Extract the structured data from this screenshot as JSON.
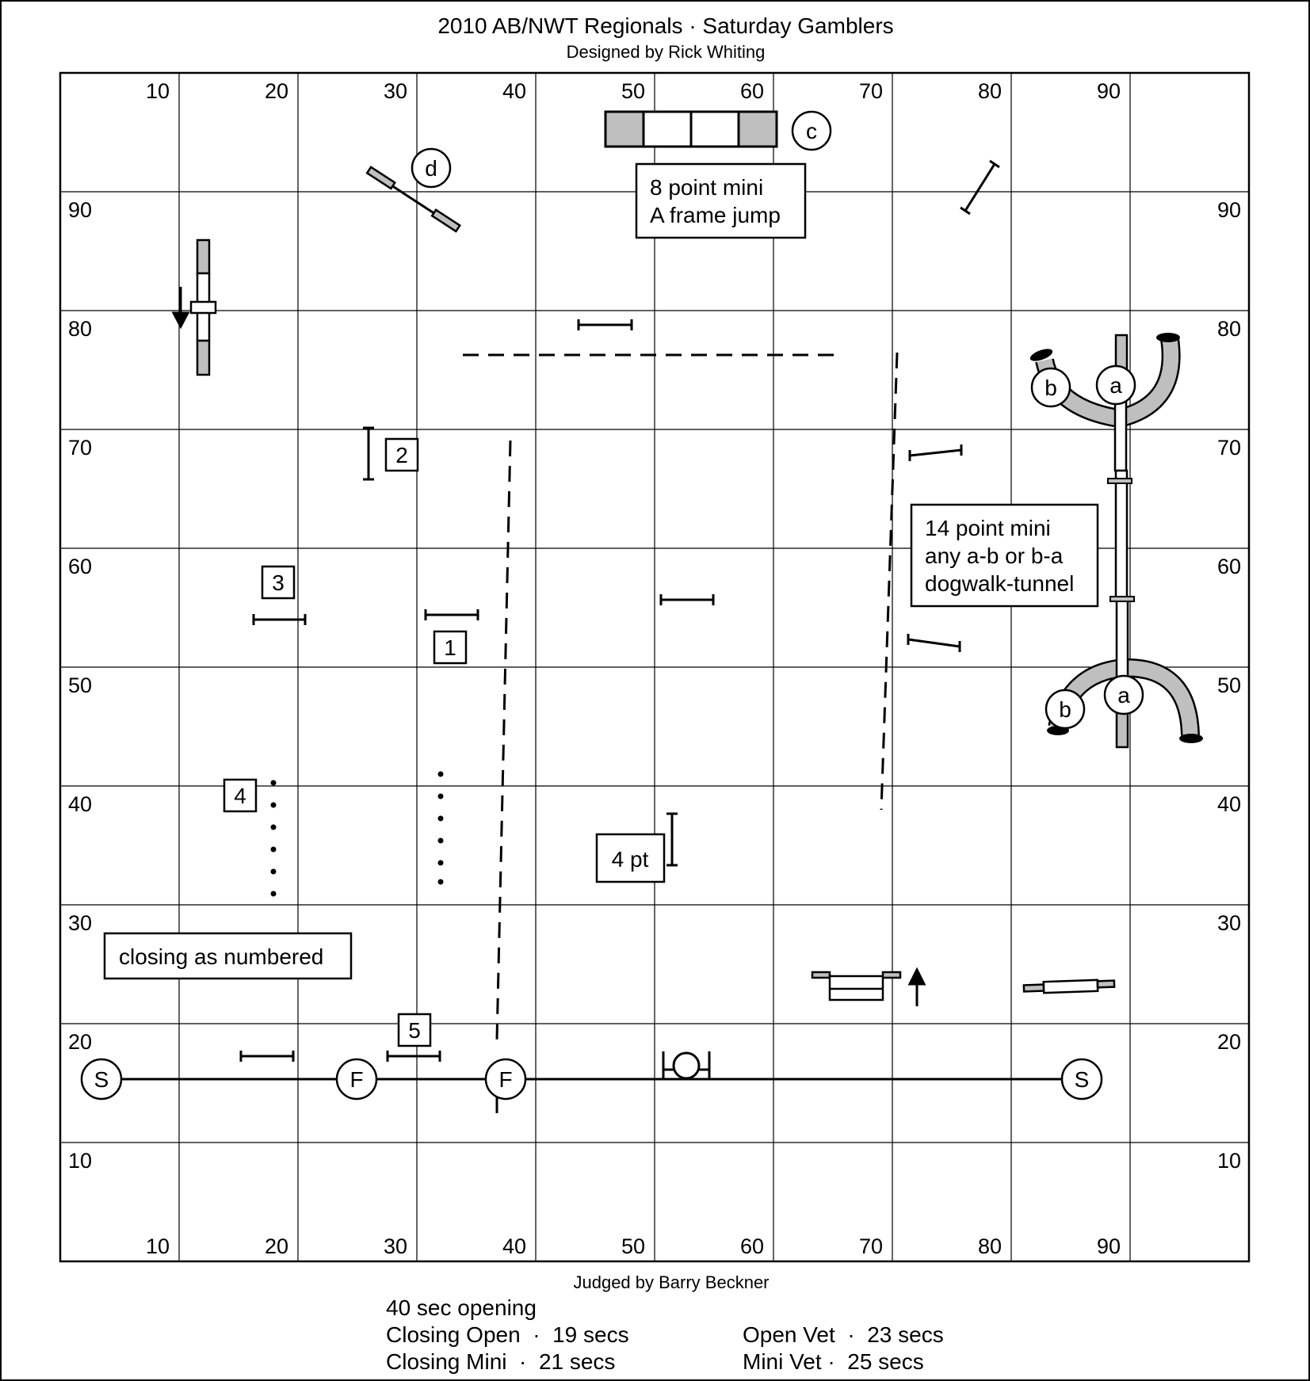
{
  "header": {
    "title": "2010 AB/NWT Regionals · Saturday Gamblers",
    "designer": "Designed by Rick Whiting"
  },
  "grid": {
    "top_labels": [
      "10",
      "20",
      "30",
      "40",
      "50",
      "60",
      "70",
      "80",
      "90"
    ],
    "bottom_labels": [
      "10",
      "20",
      "30",
      "40",
      "50",
      "60",
      "70",
      "80",
      "90"
    ],
    "left_labels": [
      "90",
      "80",
      "70",
      "60",
      "50",
      "40",
      "30",
      "20",
      "10"
    ],
    "right_labels": [
      "90",
      "80",
      "70",
      "60",
      "50",
      "40",
      "30",
      "20",
      "10"
    ]
  },
  "notes": {
    "aframe_line1": "8 point mini",
    "aframe_line2": "A frame jump",
    "dogwalk_line1": "14 point mini",
    "dogwalk_line2": "any a-b or b-a",
    "dogwalk_line3": "dogwalk-tunnel",
    "four_pt": "4 pt",
    "closing": "closing as numbered"
  },
  "obstacle_labels": {
    "c": "c",
    "d": "d",
    "a_top": "a",
    "b_top": "b",
    "a_bottom": "a",
    "b_bottom": "b",
    "n1": "1",
    "n2": "2",
    "n3": "3",
    "n4": "4",
    "n5": "5",
    "start_left": "S",
    "start_right": "S",
    "finish_left": "F",
    "finish_right": "F"
  },
  "footer": {
    "judge": "Judged by Barry Beckner",
    "opening": "40 sec opening",
    "closing_open": "Closing Open  ·  19 secs",
    "closing_mini": "Closing Mini  ·  21 secs",
    "open_vet": "Open Vet  ·  23 secs",
    "mini_vet": "Mini Vet ·  25 secs"
  },
  "colors": {
    "ink": "#000000",
    "fill_gray": "#bfbfbf",
    "paper": "#ffffff"
  }
}
